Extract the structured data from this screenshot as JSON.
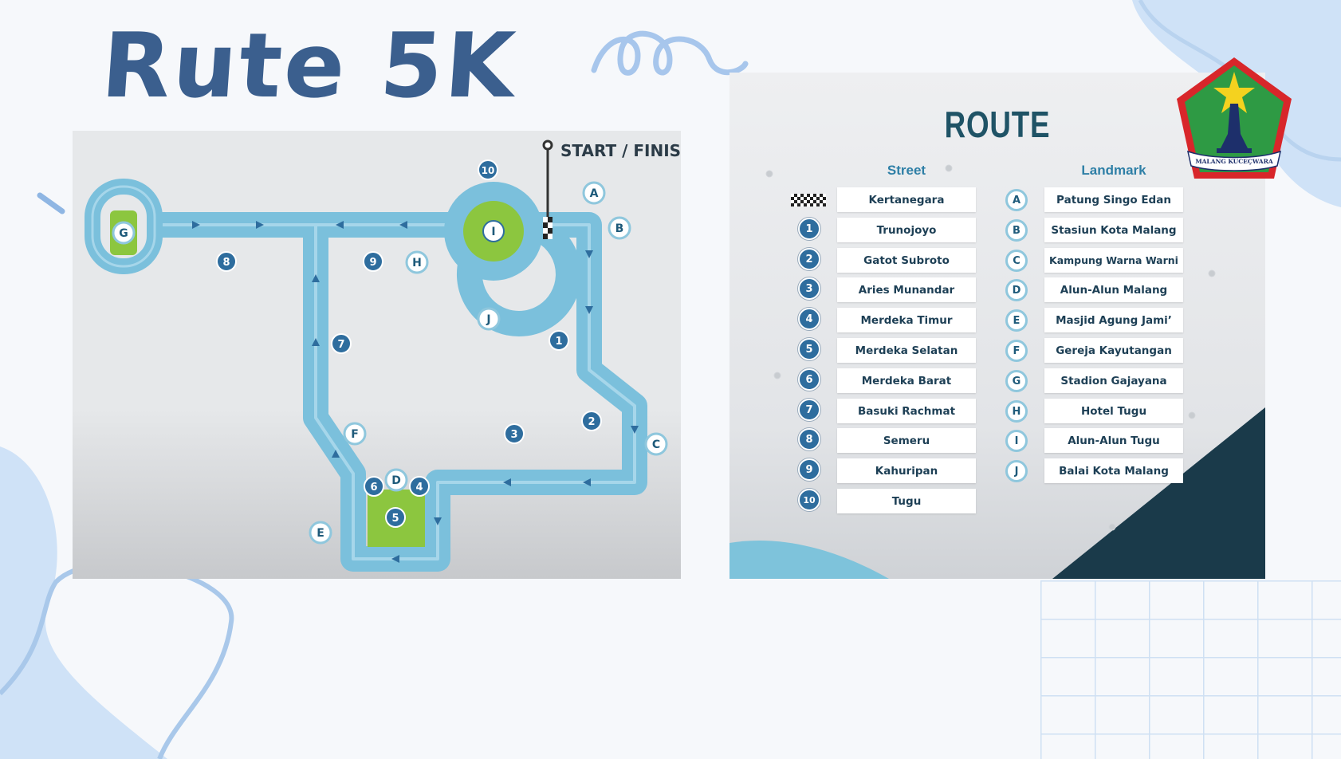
{
  "slide": {
    "title": "Rute 5K"
  },
  "map": {
    "start_finish_label": "START / FINISH",
    "number_markers": [
      {
        "label": "1"
      },
      {
        "label": "2"
      },
      {
        "label": "3"
      },
      {
        "label": "4"
      },
      {
        "label": "5"
      },
      {
        "label": "6"
      },
      {
        "label": "7"
      },
      {
        "label": "8"
      },
      {
        "label": "9"
      },
      {
        "label": "10"
      }
    ],
    "letter_markers": [
      {
        "label": "A"
      },
      {
        "label": "B"
      },
      {
        "label": "C"
      },
      {
        "label": "D"
      },
      {
        "label": "E"
      },
      {
        "label": "F"
      },
      {
        "label": "G"
      },
      {
        "label": "H"
      },
      {
        "label": "I"
      },
      {
        "label": "J"
      }
    ]
  },
  "route": {
    "title": "ROUTE",
    "street_header": "Street",
    "landmark_header": "Landmark",
    "streets": [
      {
        "marker": "",
        "name": "Kertanegara"
      },
      {
        "marker": "1",
        "name": "Trunojoyo"
      },
      {
        "marker": "2",
        "name": "Gatot Subroto"
      },
      {
        "marker": "3",
        "name": "Aries Munandar"
      },
      {
        "marker": "4",
        "name": "Merdeka Timur"
      },
      {
        "marker": "5",
        "name": "Merdeka Selatan"
      },
      {
        "marker": "6",
        "name": "Merdeka Barat"
      },
      {
        "marker": "7",
        "name": "Basuki Rachmat"
      },
      {
        "marker": "8",
        "name": "Semeru"
      },
      {
        "marker": "9",
        "name": "Kahuripan"
      },
      {
        "marker": "10",
        "name": "Tugu"
      }
    ],
    "landmarks": [
      {
        "marker": "A",
        "name": "Patung Singo Edan"
      },
      {
        "marker": "B",
        "name": "Stasiun Kota Malang"
      },
      {
        "marker": "C",
        "name": "Kampung Warna Warni"
      },
      {
        "marker": "D",
        "name": "Alun-Alun Malang"
      },
      {
        "marker": "E",
        "name": "Masjid Agung Jami’"
      },
      {
        "marker": "F",
        "name": "Gereja Kayutangan"
      },
      {
        "marker": "G",
        "name": "Stadion Gajayana"
      },
      {
        "marker": "H",
        "name": "Hotel Tugu"
      },
      {
        "marker": "I",
        "name": "Alun-Alun Tugu"
      },
      {
        "marker": "J",
        "name": "Balai Kota Malang"
      }
    ]
  },
  "emblem": {
    "banner_text": "MALANG KUCEÇWARA"
  },
  "colors": {
    "title": "#3b5f8e",
    "track": "#7bc0dc",
    "track_inner": "#a6d6ea",
    "green_area": "#8cc63f",
    "marker_blue": "#2e6d9e",
    "route_title": "#1f5366",
    "header_blue": "#2e7fa6",
    "dark_corner": "#1a3a4a"
  }
}
